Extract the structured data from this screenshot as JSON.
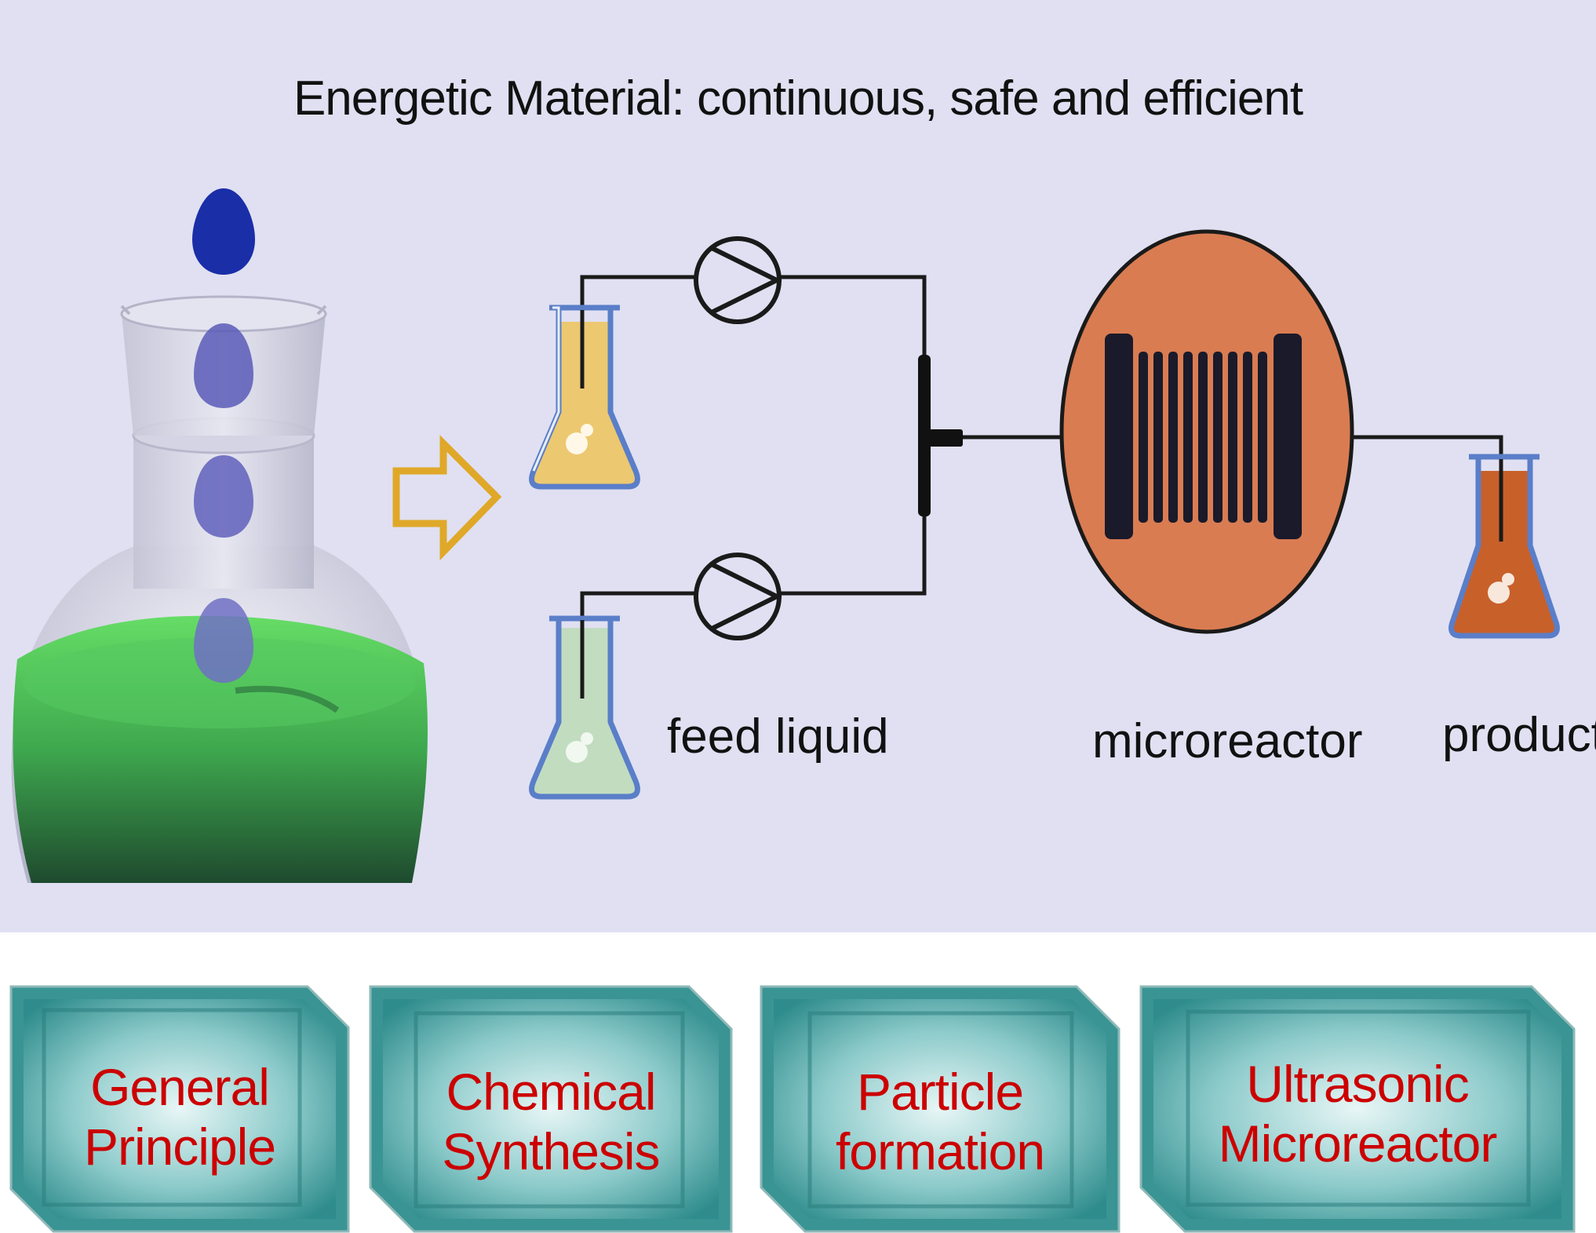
{
  "title": "Energetic Material: continuous, safe and efficient",
  "labels": {
    "feed_liquid": "feed liquid",
    "microreactor": "microreactor",
    "product": "product"
  },
  "topics": [
    {
      "line1": "General",
      "line2": "Principle"
    },
    {
      "line1": "Chemical",
      "line2": "Synthesis"
    },
    {
      "line1": "Particle",
      "line2": "formation"
    },
    {
      "line1": "Ultrasonic",
      "line2": "Microreactor"
    }
  ],
  "colors": {
    "background": "#e0e0f2",
    "arrow": "#e0a828",
    "reactor": "#d97c52",
    "topic_box": "#2f8c8c",
    "topic_text": "#cc0000"
  },
  "icons": [
    "round-bottom-flask-icon",
    "droplet-icon",
    "arrow-right-icon",
    "erlenmeyer-flask-icon",
    "pump-icon",
    "t-mixer-icon",
    "microreactor-coil-icon"
  ]
}
